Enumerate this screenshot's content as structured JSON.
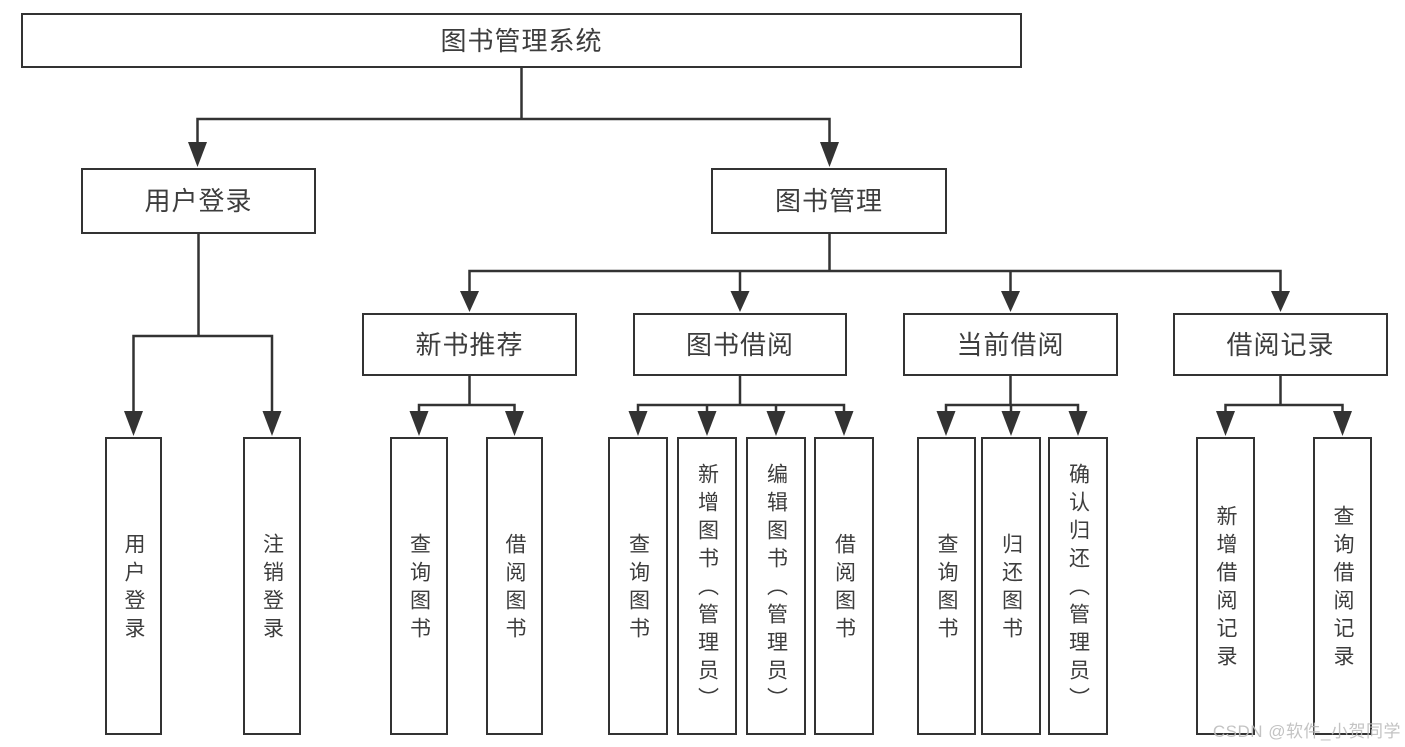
{
  "tree": {
    "label": "图书管理系统",
    "children": [
      {
        "label": "用户登录",
        "children": [
          {
            "label": "用户登录"
          },
          {
            "label": "注销登录"
          }
        ]
      },
      {
        "label": "图书管理",
        "children": [
          {
            "label": "新书推荐",
            "children": [
              {
                "label": "查询图书"
              },
              {
                "label": "借阅图书"
              }
            ]
          },
          {
            "label": "图书借阅",
            "children": [
              {
                "label": "查询图书"
              },
              {
                "label": "新增图书（管理员）"
              },
              {
                "label": "编辑图书（管理员）"
              },
              {
                "label": "借阅图书"
              }
            ]
          },
          {
            "label": "当前借阅",
            "children": [
              {
                "label": "查询图书"
              },
              {
                "label": "归还图书"
              },
              {
                "label": "确认归还（管理员）"
              }
            ]
          },
          {
            "label": "借阅记录",
            "children": [
              {
                "label": "新增借阅记录"
              },
              {
                "label": "查询借阅记录"
              }
            ]
          }
        ]
      }
    ]
  },
  "watermark": "CSDN @软件_小贺同学",
  "colors": {
    "line": "#333333",
    "text": "#3d3d3d",
    "watermark": "#bdbdbd",
    "background": "#ffffff"
  }
}
